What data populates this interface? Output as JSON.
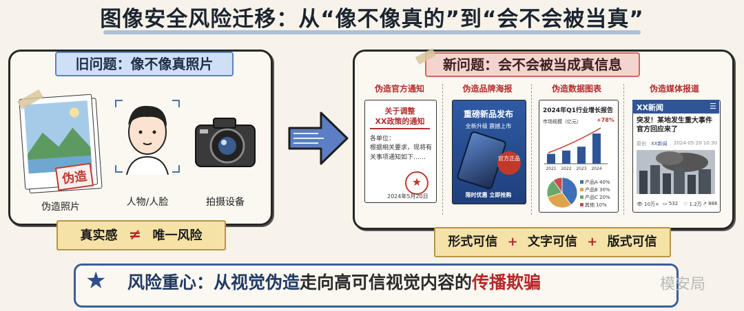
{
  "title": "图像安全风险迁移：从“像不像真的”到“会不会被当真”",
  "left": {
    "header": "旧问题：像不像真照片",
    "items": [
      {
        "label": "伪造照片",
        "stamp": "伪造"
      },
      {
        "label": "人物/人脸"
      },
      {
        "label": "拍摄设备"
      }
    ],
    "footer": {
      "a": "真实感",
      "neq": "≠",
      "b": "唯一风险"
    }
  },
  "right": {
    "header": "新问题：会不会被当成真信息",
    "columns": [
      {
        "heading": "伪造官方通知",
        "title1": "关于调整",
        "title2": "XX政策的通知",
        "greeting": "各单位：",
        "body": "根据相关要求，现将有关事项通知如下……",
        "date": "2024年5月20日"
      },
      {
        "heading": "伪造品牌海报",
        "headline": "重磅新品发布",
        "sub": "全新升级  震撼上市",
        "badge": "官方正品",
        "cta": "限时优惠  立即抢购"
      },
      {
        "heading": "伪造数据图表",
        "report_title": "2024年Q1行业增长报告",
        "bar_label": "市场规模（亿元）",
        "growth": "+78%",
        "legend": [
          "产品A  40%",
          "产品B  30%",
          "产品C  20%",
          "其他  10%"
        ]
      },
      {
        "heading": "伪造媒体报道",
        "brand": "XX新闻",
        "headline": "突发！某地发生重大事件官方回应来了",
        "tag": "原创",
        "source": "XX新闻",
        "time": "2024-05-20 10:30",
        "stats": [
          "10万+",
          "532",
          "1.2万",
          "886"
        ]
      }
    ],
    "footer": {
      "a": "形式可信",
      "plus": "+",
      "b": "文字可信",
      "c": "版式可信"
    }
  },
  "bottom": {
    "lead": "风险重心：从视觉伪造",
    "mid": "走向高可信视觉内容的",
    "end": "传播欺骗"
  },
  "watermark": "模安局",
  "chart_data": {
    "type": "bar",
    "categories": [
      "2021",
      "2022",
      "2023",
      "2024"
    ],
    "values": [
      18,
      24,
      31,
      55
    ],
    "title": "2024年Q1行业增长报告",
    "xlabel": "",
    "ylabel": "市场规模（亿元）",
    "pie": [
      {
        "name": "产品A",
        "value": 40,
        "color": "#3f6fb5"
      },
      {
        "name": "产品B",
        "value": 30,
        "color": "#e0a24a"
      },
      {
        "name": "产品C",
        "value": 20,
        "color": "#6aa86a"
      },
      {
        "name": "其他",
        "value": 10,
        "color": "#c84e4e"
      }
    ],
    "colors": {
      "bar": "#2f5597",
      "accent": "#c0392b"
    }
  }
}
